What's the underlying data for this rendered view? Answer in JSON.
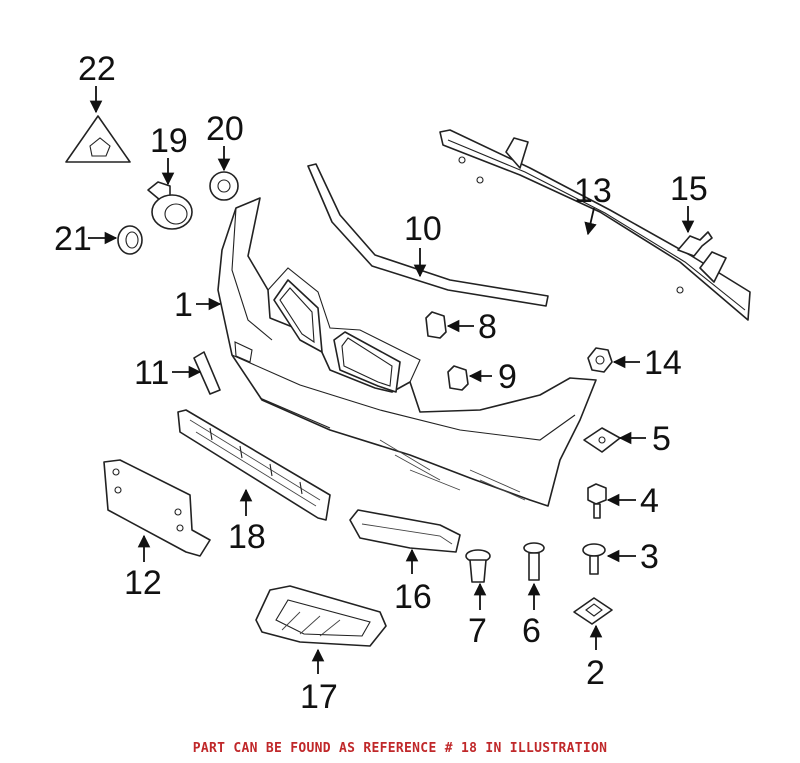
{
  "callouts": {
    "c1": "1",
    "c2": "2",
    "c3": "3",
    "c4": "4",
    "c5": "5",
    "c6": "6",
    "c7": "7",
    "c8": "8",
    "c9": "9",
    "c10": "10",
    "c11": "11",
    "c12": "12",
    "c13": "13",
    "c14": "14",
    "c15": "15",
    "c16": "16",
    "c17": "17",
    "c18": "18",
    "c19": "19",
    "c20": "20",
    "c21": "21",
    "c22": "22"
  },
  "footnote": {
    "text": "PART CAN BE FOUND AS REFERENCE # 18 IN ILLUSTRATION",
    "color": "#c0282a"
  }
}
